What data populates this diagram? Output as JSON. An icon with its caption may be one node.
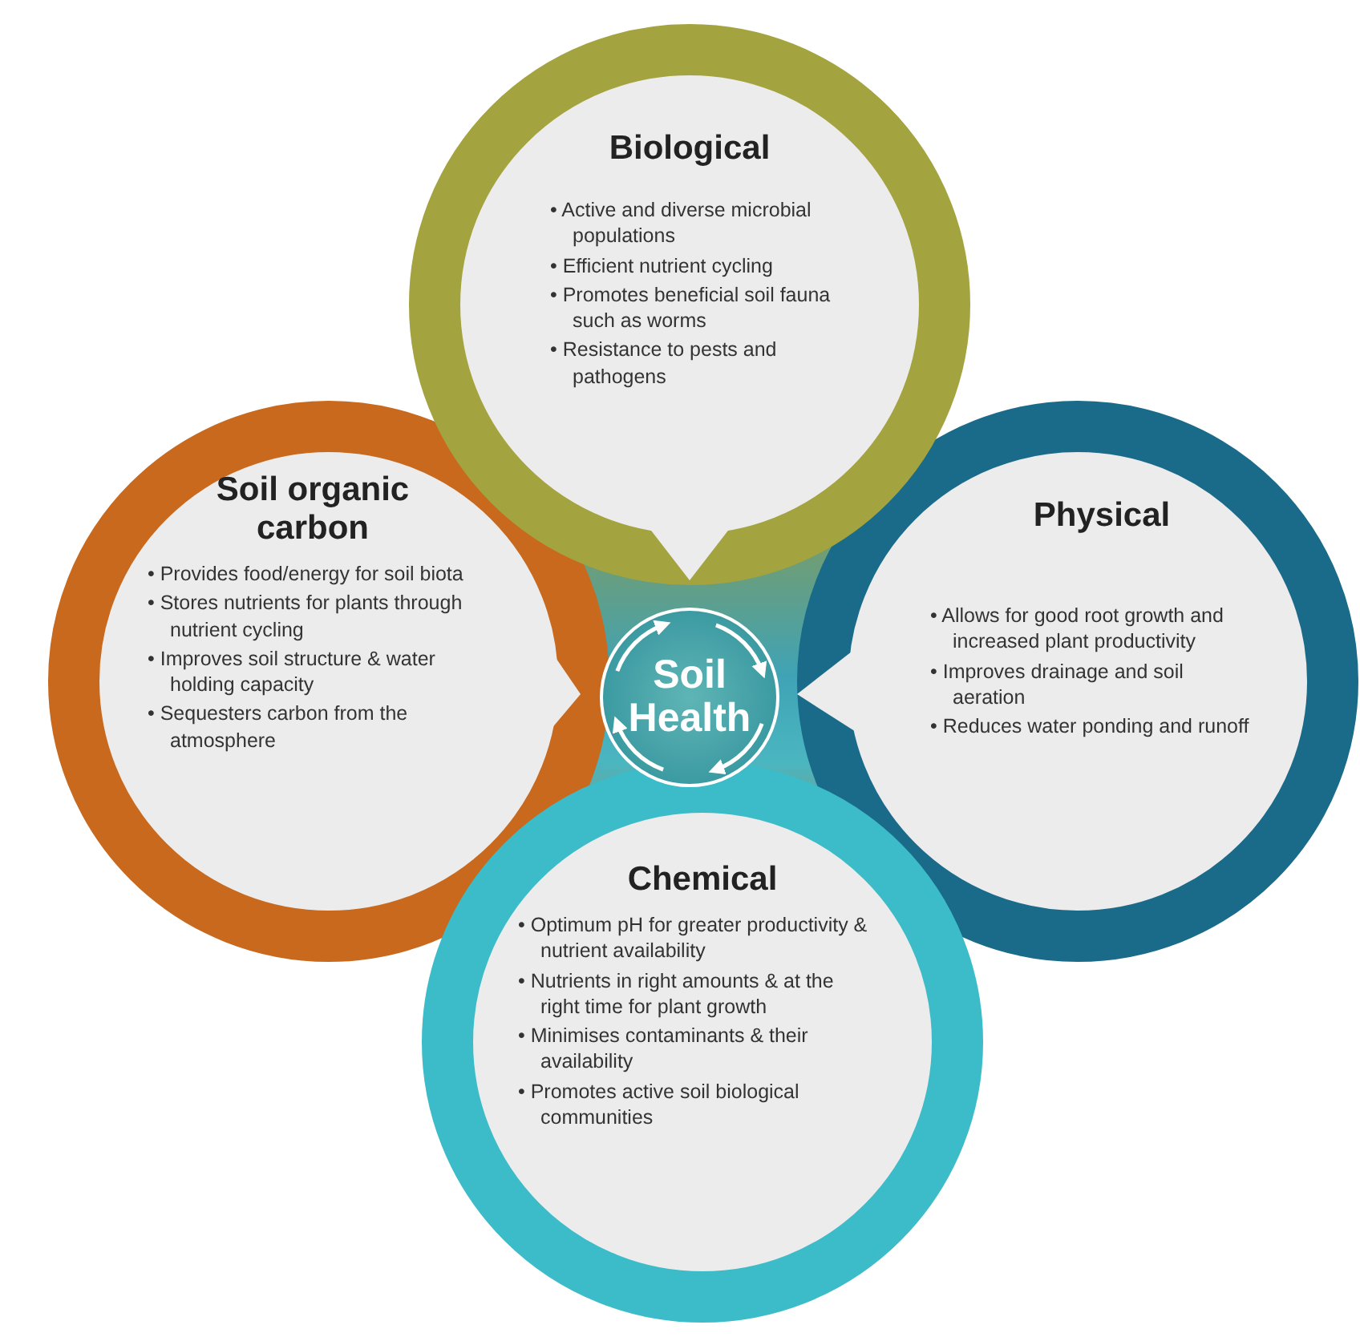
{
  "diagram": {
    "nodes": [
      {
        "text": [
          "Biological",
          "• Active and diverse microbial populations",
          "• Efficient nutrient cycling",
          "• Promotes beneficial soil fauna such as worms",
          "• Resistance to pests and pathogens"
        ]
      },
      {
        "text": [
          "Soil organic carbon",
          "• Provides food/energy for soil biota",
          "• Stores nutrients for plants through nutrient cycling",
          "• Improves soil structure & water holding capacity",
          "• Sequesters carbon from the atmosphere"
        ]
      },
      {
        "text": [
          "Physical",
          "• Allows for good root growth and increased plant productivity",
          "• Improves drainage and soil aeration",
          "• Reduces water ponding and runoff"
        ]
      },
      {
        "text": [
          "Chemical",
          "• Optimum pH for greater productivity & nutrient availability",
          "• Nutrients in right amounts & at the right time for plant growth",
          "• Minimises contaminants & their availability",
          "• Promotes active soil biological communities"
        ]
      },
      {
        "text": [
          "Soil Health"
        ]
      }
    ]
  }
}
